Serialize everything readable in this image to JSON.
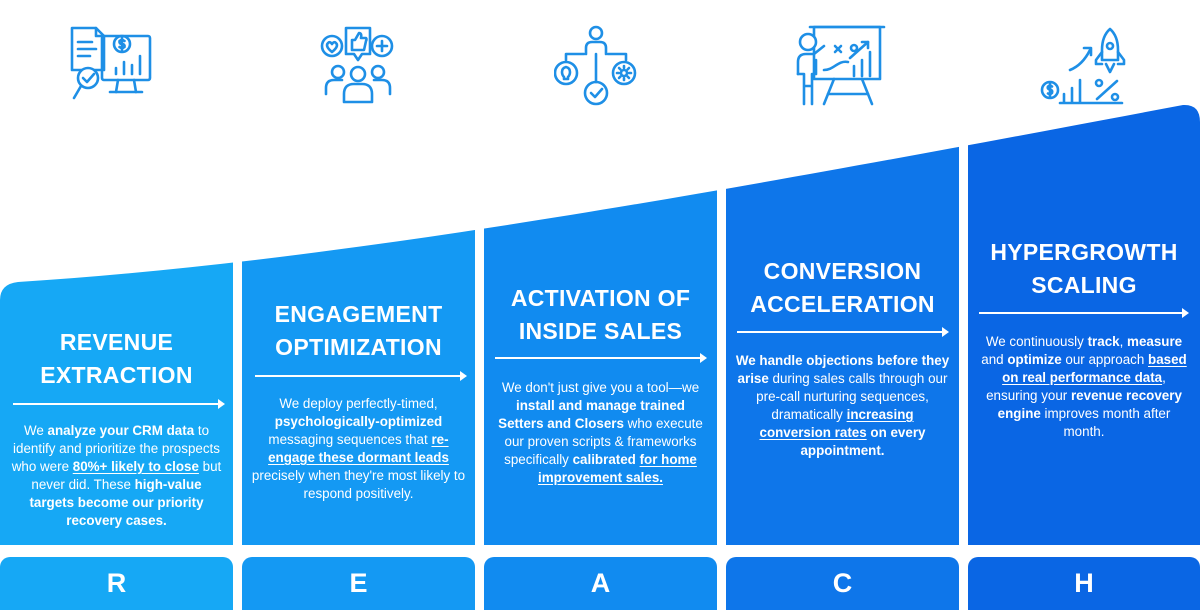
{
  "colors": {
    "c1": "#16a8f5",
    "c2": "#1499f3",
    "c3": "#118bf0",
    "c4": "#0e76ea",
    "c5": "#0a66e4",
    "icon": "#1e8fe6"
  },
  "stages": [
    {
      "icon": "crm-analytics-icon",
      "title_lines": [
        "REVENUE",
        "EXTRACTION"
      ],
      "letter": "R",
      "desc": [
        {
          "t": "We "
        },
        {
          "t": "analyze your CRM data",
          "s": "b"
        },
        {
          "t": " to identify and prioritize the prospects who were "
        },
        {
          "t": "80%+ likely to close",
          "s": "u"
        },
        {
          "t": " but never did. These "
        },
        {
          "t": "high-value targets become our priority recovery cases.",
          "s": "b"
        }
      ]
    },
    {
      "icon": "audience-engagement-icon",
      "title_lines": [
        "ENGAGEMENT",
        "OPTIMIZATION"
      ],
      "letter": "E",
      "desc": [
        {
          "t": "We deploy perfectly-timed, "
        },
        {
          "t": "psychologically-optimized",
          "s": "b"
        },
        {
          "t": " messaging sequences that "
        },
        {
          "t": "re-engage these dormant leads",
          "s": "u"
        },
        {
          "t": " precisely when they're most likely to respond positively."
        }
      ]
    },
    {
      "icon": "sales-team-workflow-icon",
      "title_lines": [
        "ACTIVATION OF",
        "INSIDE SALES"
      ],
      "letter": "A",
      "desc": [
        {
          "t": "We don't just give you a tool—we "
        },
        {
          "t": "install and manage trained Setters and Closers",
          "s": "b"
        },
        {
          "t": " who execute our proven scripts & frameworks specifically "
        },
        {
          "t": "calibrated ",
          "s": "b"
        },
        {
          "t": "for home improvement sales.",
          "s": "u"
        }
      ]
    },
    {
      "icon": "presentation-strategy-icon",
      "title_lines": [
        "CONVERSION",
        "ACCELERATION"
      ],
      "letter": "C",
      "desc": [
        {
          "t": "We handle objections before they arise",
          "s": "b"
        },
        {
          "t": " during sales calls through our pre-call nurturing sequences, dramatically "
        },
        {
          "t": "increasing conversion rates",
          "s": "u"
        },
        {
          "t": " on every appointment.",
          "s": "b"
        }
      ]
    },
    {
      "icon": "rocket-growth-icon",
      "title_lines": [
        "HYPERGROWTH",
        "SCALING"
      ],
      "letter": "H",
      "desc": [
        {
          "t": "We continuously "
        },
        {
          "t": "track",
          "s": "b"
        },
        {
          "t": ", "
        },
        {
          "t": "measure",
          "s": "b"
        },
        {
          "t": " and "
        },
        {
          "t": "optimize",
          "s": "b"
        },
        {
          "t": " our approach "
        },
        {
          "t": "based on real performance data",
          "s": "u"
        },
        {
          "t": ", ensuring your "
        },
        {
          "t": "revenue recovery engine",
          "s": "b"
        },
        {
          "t": " improves month after month."
        }
      ]
    }
  ]
}
